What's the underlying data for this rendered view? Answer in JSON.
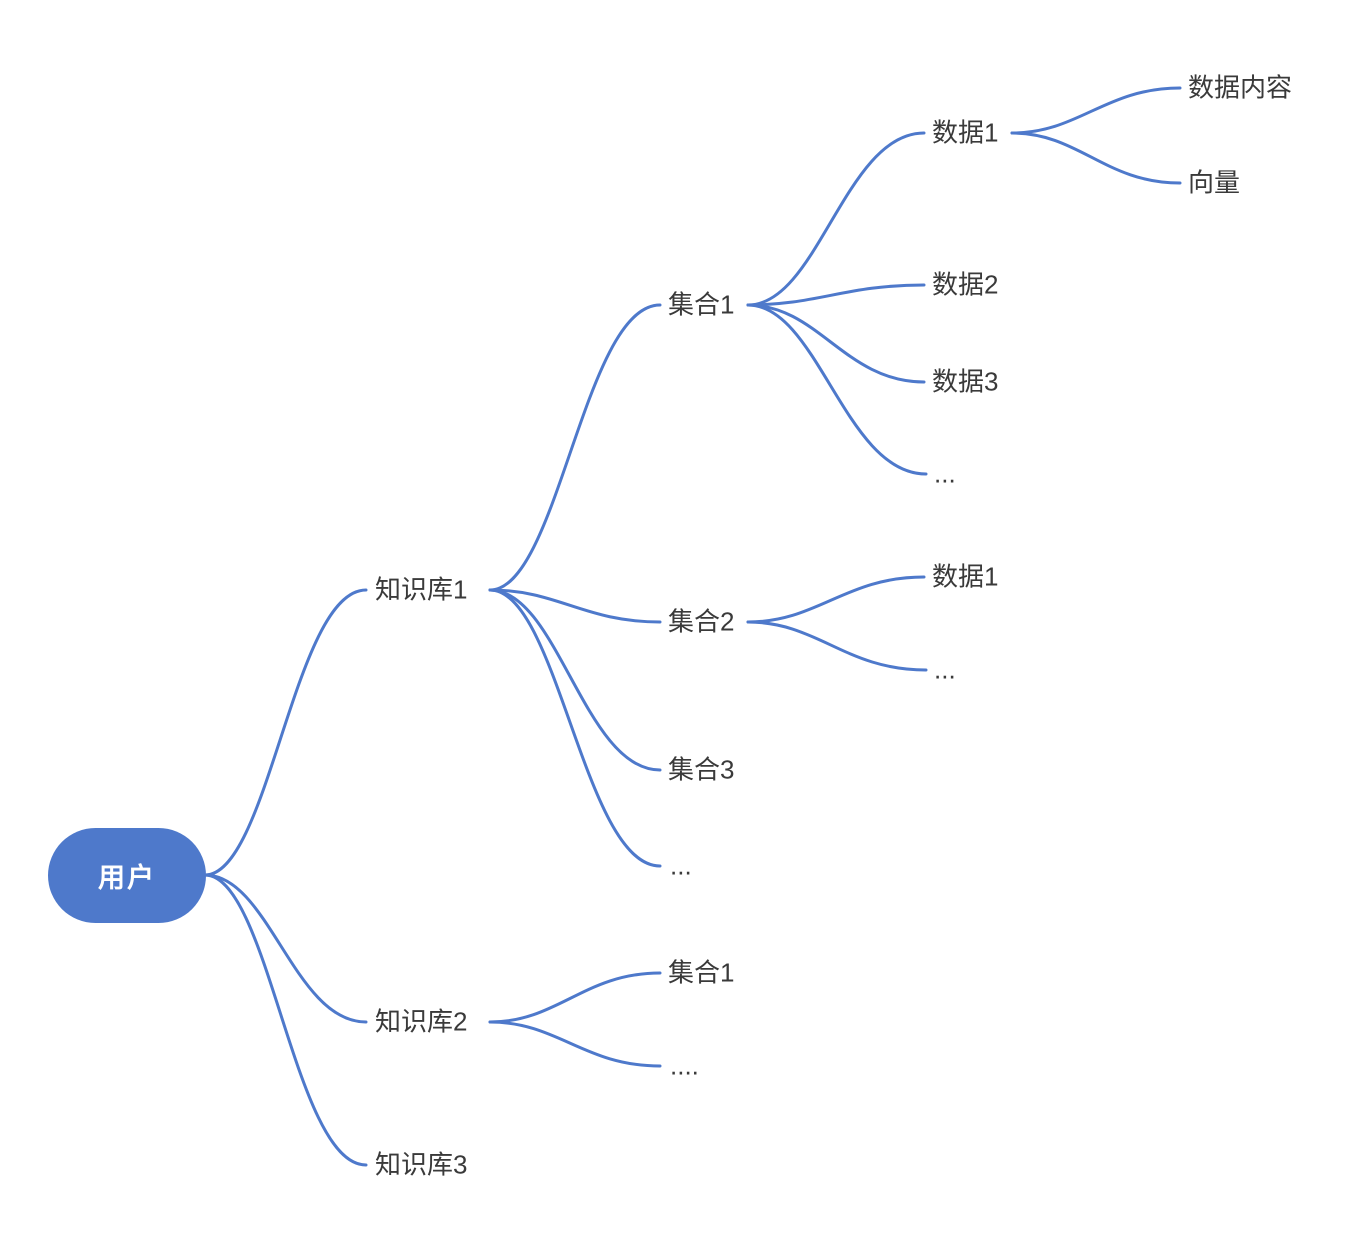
{
  "mindmap": {
    "colors": {
      "line": "#4e79cb",
      "node_fill": "#4e79cb",
      "node_text": "#ffffff",
      "text": "#3a3a3a"
    },
    "root": {
      "label": "用户",
      "children": [
        {
          "label": "知识库1",
          "children": [
            {
              "label": "集合1",
              "children": [
                {
                  "label": "数据1",
                  "children": [
                    {
                      "label": "数据内容"
                    },
                    {
                      "label": "向量"
                    }
                  ]
                },
                {
                  "label": "数据2"
                },
                {
                  "label": "数据3"
                },
                {
                  "label": "..."
                }
              ]
            },
            {
              "label": "集合2",
              "children": [
                {
                  "label": "数据1"
                },
                {
                  "label": "..."
                }
              ]
            },
            {
              "label": "集合3"
            },
            {
              "label": "..."
            }
          ]
        },
        {
          "label": "知识库2",
          "children": [
            {
              "label": "集合1"
            },
            {
              "label": "...."
            }
          ]
        },
        {
          "label": "知识库3"
        }
      ]
    }
  }
}
